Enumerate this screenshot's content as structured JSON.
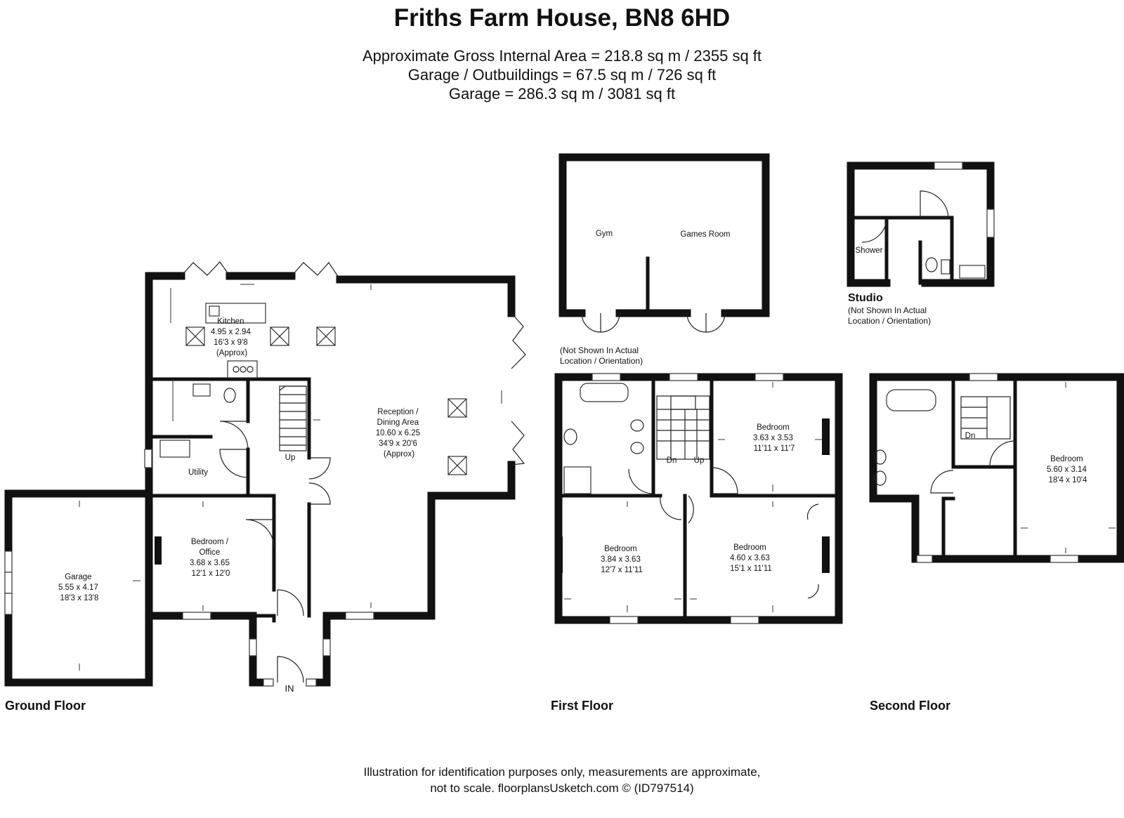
{
  "title": "Friths Farm House, BN8 6HD",
  "areas": [
    "Approximate Gross Internal Area = 218.8 sq m / 2355 sq ft",
    "Garage / Outbuildings = 67.5 sq m / 726 sq ft",
    "Garage = 286.3 sq m / 3081 sq ft"
  ],
  "floors": {
    "ground": "Ground Floor",
    "first": "First Floor",
    "second": "Second Floor"
  },
  "rooms": {
    "kitchen": [
      "Kitchen",
      "4.95 x 2.94",
      "16'3 x 9'8",
      "(Approx)"
    ],
    "reception": [
      "Reception /",
      "Dining Area",
      "10.60 x 6.25",
      "34'9 x 20'6",
      "(Approx)"
    ],
    "utility": [
      "Utility"
    ],
    "office": [
      "Bedroom /",
      "Office",
      "3.68 x 3.65",
      "12'1 x 12'0"
    ],
    "garage": [
      "Garage",
      "5.55 x 4.17",
      "18'3 x 13'8"
    ],
    "gym": [
      "Gym"
    ],
    "games": [
      "Games Room"
    ],
    "first_bed_a": [
      "Bedroom",
      "3.63 x 3.53",
      "11'11 x 11'7"
    ],
    "first_bed_b": [
      "Bedroom",
      "3.84 x 3.63",
      "12'7 x 11'11"
    ],
    "first_bed_c": [
      "Bedroom",
      "4.60 x 3.63",
      "15'1 x 11'11"
    ],
    "second_bed": [
      "Bedroom",
      "5.60 x 3.14",
      "18'4 x 10'4"
    ],
    "shower": [
      "Shower"
    ]
  },
  "stairs": {
    "ground_up": "Up",
    "first_dn": "Dn",
    "first_up": "Up",
    "second_dn": "Dn"
  },
  "entrance": "IN",
  "studio": {
    "title": "Studio",
    "note": [
      "(Not Shown In Actual",
      "Location / Orientation)"
    ]
  },
  "outbuilding_note": [
    "(Not Shown In Actual",
    "Location / Orientation)"
  ],
  "footer": [
    "Illustration for identification purposes only, measurements are approximate,",
    "not to scale. floorplansUsketch.com © (ID797514)"
  ]
}
